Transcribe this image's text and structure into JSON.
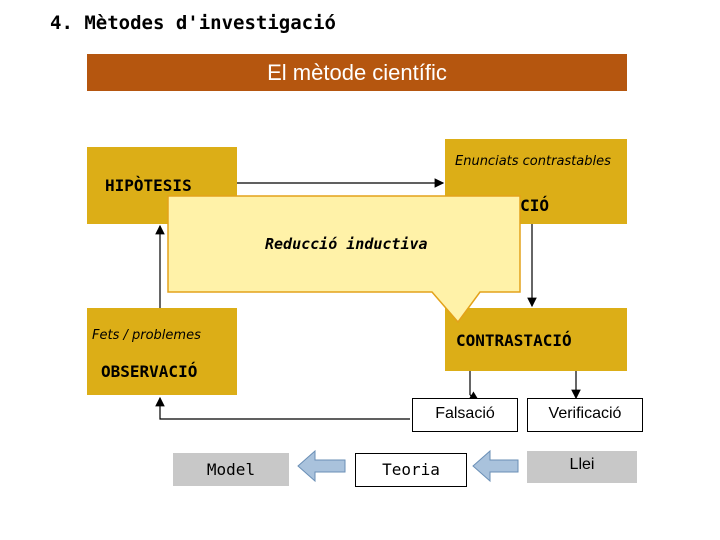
{
  "title": "4. Mètodes d'investigació",
  "banner": "El mètode científic",
  "boxes": {
    "hipotesis": "HIPÒTESIS",
    "deduccio_subtitle": "Enunciats contrastables",
    "deduccio": "DEDUCCIÓ",
    "observacio_subtitle": "Fets / problemes",
    "observacio": "OBSERVACIÓ",
    "contrastacio": "CONTRASTACIÓ"
  },
  "callout": "Reducció inductiva",
  "outcomes": {
    "falsacio": "Falsació",
    "verificacio": "Verificació"
  },
  "bottom_row": {
    "model": "Model",
    "teoria": "Teoria",
    "llei": "Llei"
  },
  "colors": {
    "banner": "#b5560f",
    "box": "#dcae17",
    "callout": "#fff2a8",
    "callout_border": "#e3a21a",
    "grey_box": "#c8c8c8",
    "block_arrow": "#a9c2dc"
  }
}
